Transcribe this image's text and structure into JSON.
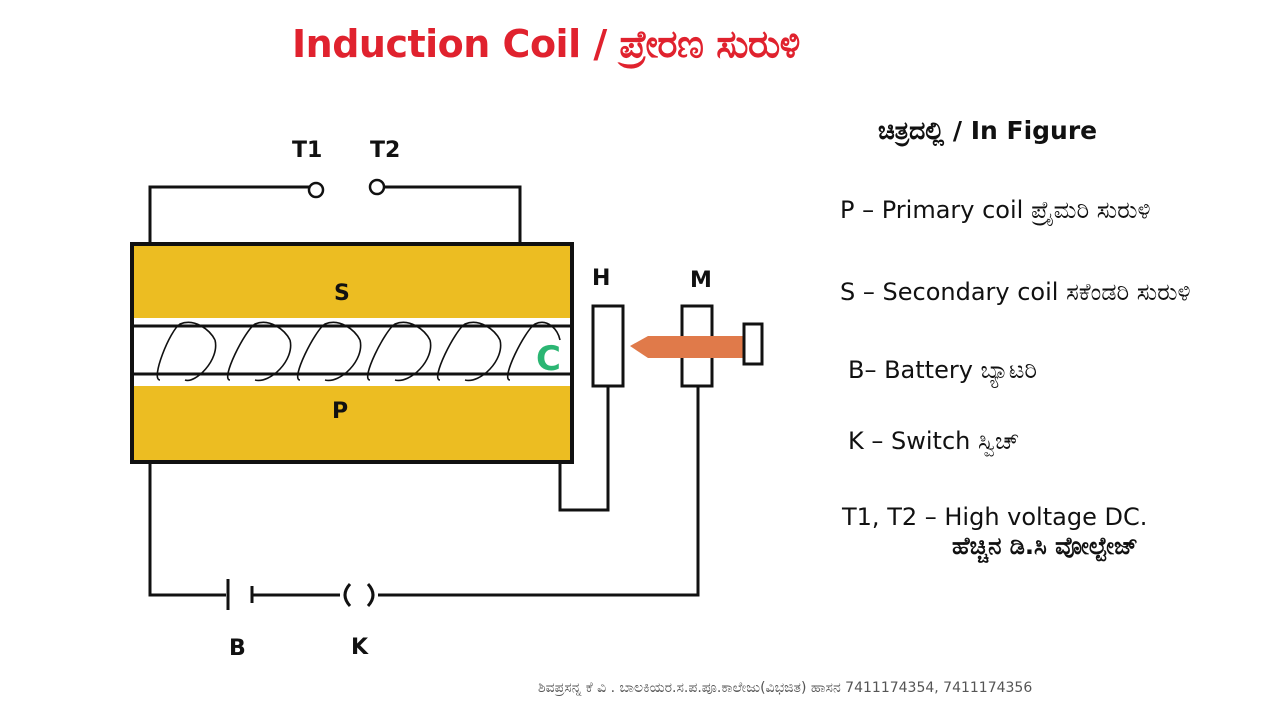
{
  "title": "Induction Coil / ಪ್ರೇರಣ ಸುರುಳಿ",
  "diagram": {
    "terminal_t1": "T1",
    "terminal_t2": "T2",
    "secondary": "S",
    "primary": "P",
    "core": "C",
    "hammer": "H",
    "m_screw": "M",
    "battery": "B",
    "key": "K"
  },
  "legend": {
    "heading": "ಚಿತ್ರದಲ್ಲಿ / In Figure",
    "items": [
      "P – Primary coil ಪ್ರೈಮರಿ ಸುರುಳಿ",
      "S – Secondary coil  ಸಕೆಂಡರಿ ಸುರುಳಿ",
      "B– Battery ಬ್ಯಾಟರಿ",
      "K – Switch ಸ್ವಿಚ್",
      "T1, T2 – High voltage DC."
    ],
    "item5_line2": "ಹೆಚ್ಚಿನ  ಡಿ.ಸಿ ವೋಲ್ಟೇಜ್"
  },
  "footer": "ಶಿವಪ್ರಸನ್ನ ಕೆ ವಿ . ಬಾಲಕಿಯರ.ಸ.ಪ.ಪೂ.ಕಾಲೇಜು(ವಿಭಜಿತ) ಹಾಸನ 7411174354, 7411174356",
  "colors": {
    "title": "#e0222e",
    "coil_fill": "#ecbd22",
    "core_letter": "#2bb673",
    "armature": "#e07a4a"
  }
}
